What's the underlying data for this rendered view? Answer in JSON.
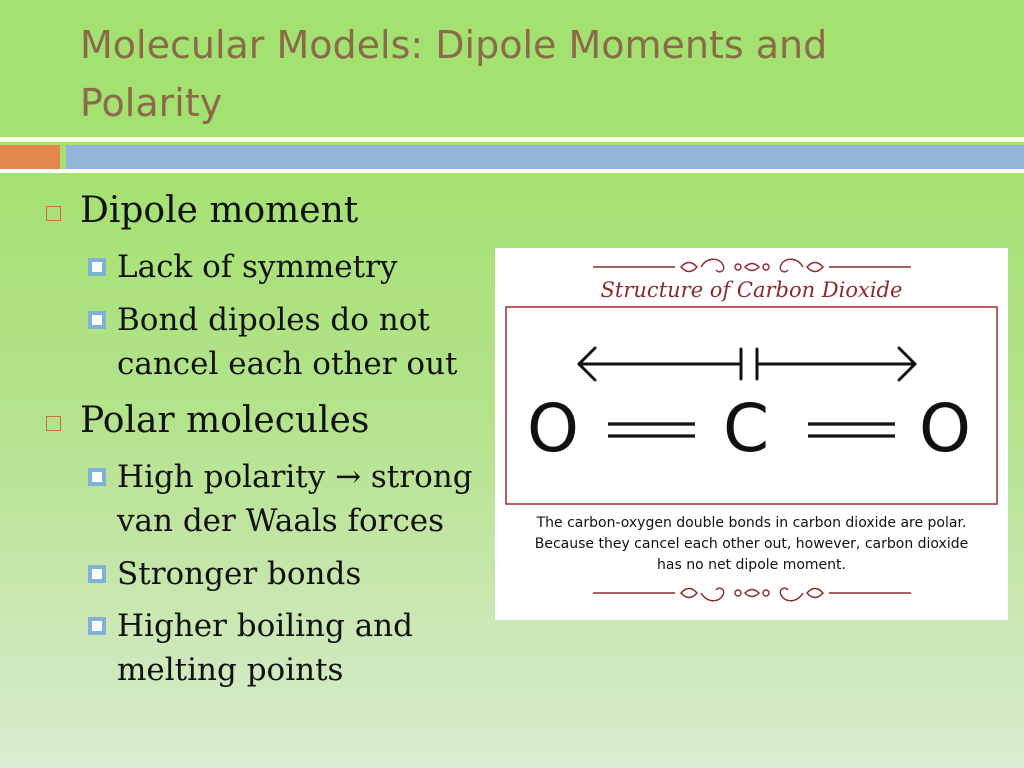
{
  "slide": {
    "title": "Molecular Models: Dipole Moments and Polarity"
  },
  "bullets": {
    "dipole_moment": {
      "label": "Dipole moment",
      "sub": [
        "Lack of symmetry",
        "Bond dipoles do not",
        "cancel each other out"
      ]
    },
    "polar_molecules": {
      "label": "Polar molecules",
      "sub": [
        "High polarity → strong",
        "van der Waals forces",
        "Stronger bonds",
        "Higher boiling and",
        "melting points"
      ]
    }
  },
  "figure": {
    "title": "Structure of Carbon Dioxide",
    "atoms": [
      "O",
      "C",
      "O"
    ],
    "caption_lines": [
      "The carbon-oxygen double bonds in carbon dioxide are polar.",
      "Because they cancel each other out, however, carbon dioxide",
      "has no net dipole moment."
    ]
  },
  "colors": {
    "title_text": "#8b6a4a",
    "accent_orange": "#e3874a",
    "accent_blue": "#92b6d5",
    "figure_frame": "#a03a3a"
  }
}
